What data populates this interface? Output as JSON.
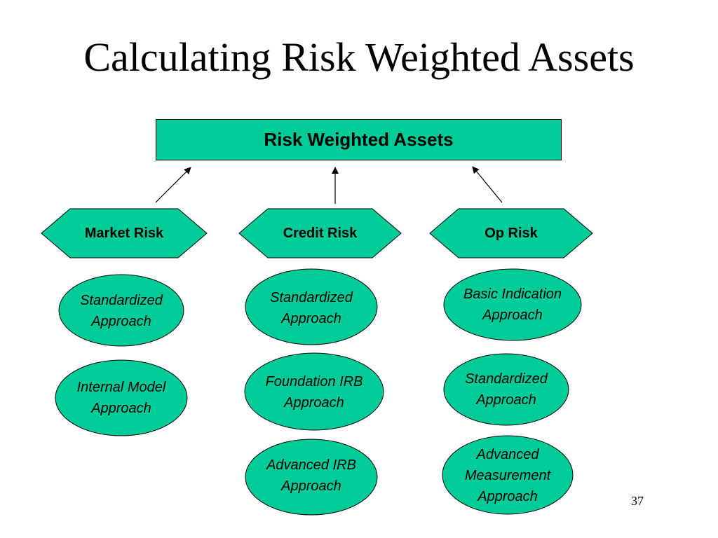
{
  "slide": {
    "title": "Calculating Risk Weighted Assets",
    "page_number": "37"
  },
  "diagram": {
    "root": "Risk Weighted Assets",
    "fill_color": "#00cc99",
    "stroke_color": "#000000",
    "categories": [
      {
        "label": "Market Risk",
        "approaches": [
          "Standardized\nApproach",
          "Internal Model\nApproach"
        ]
      },
      {
        "label": "Credit Risk",
        "approaches": [
          "Standardized\nApproach",
          "Foundation IRB\nApproach",
          "Advanced IRB\nApproach"
        ]
      },
      {
        "label": "Op Risk",
        "approaches": [
          "Basic Indication\nApproach",
          "Standardized\nApproach",
          "Advanced\nMeasurement\nApproach"
        ]
      }
    ]
  }
}
